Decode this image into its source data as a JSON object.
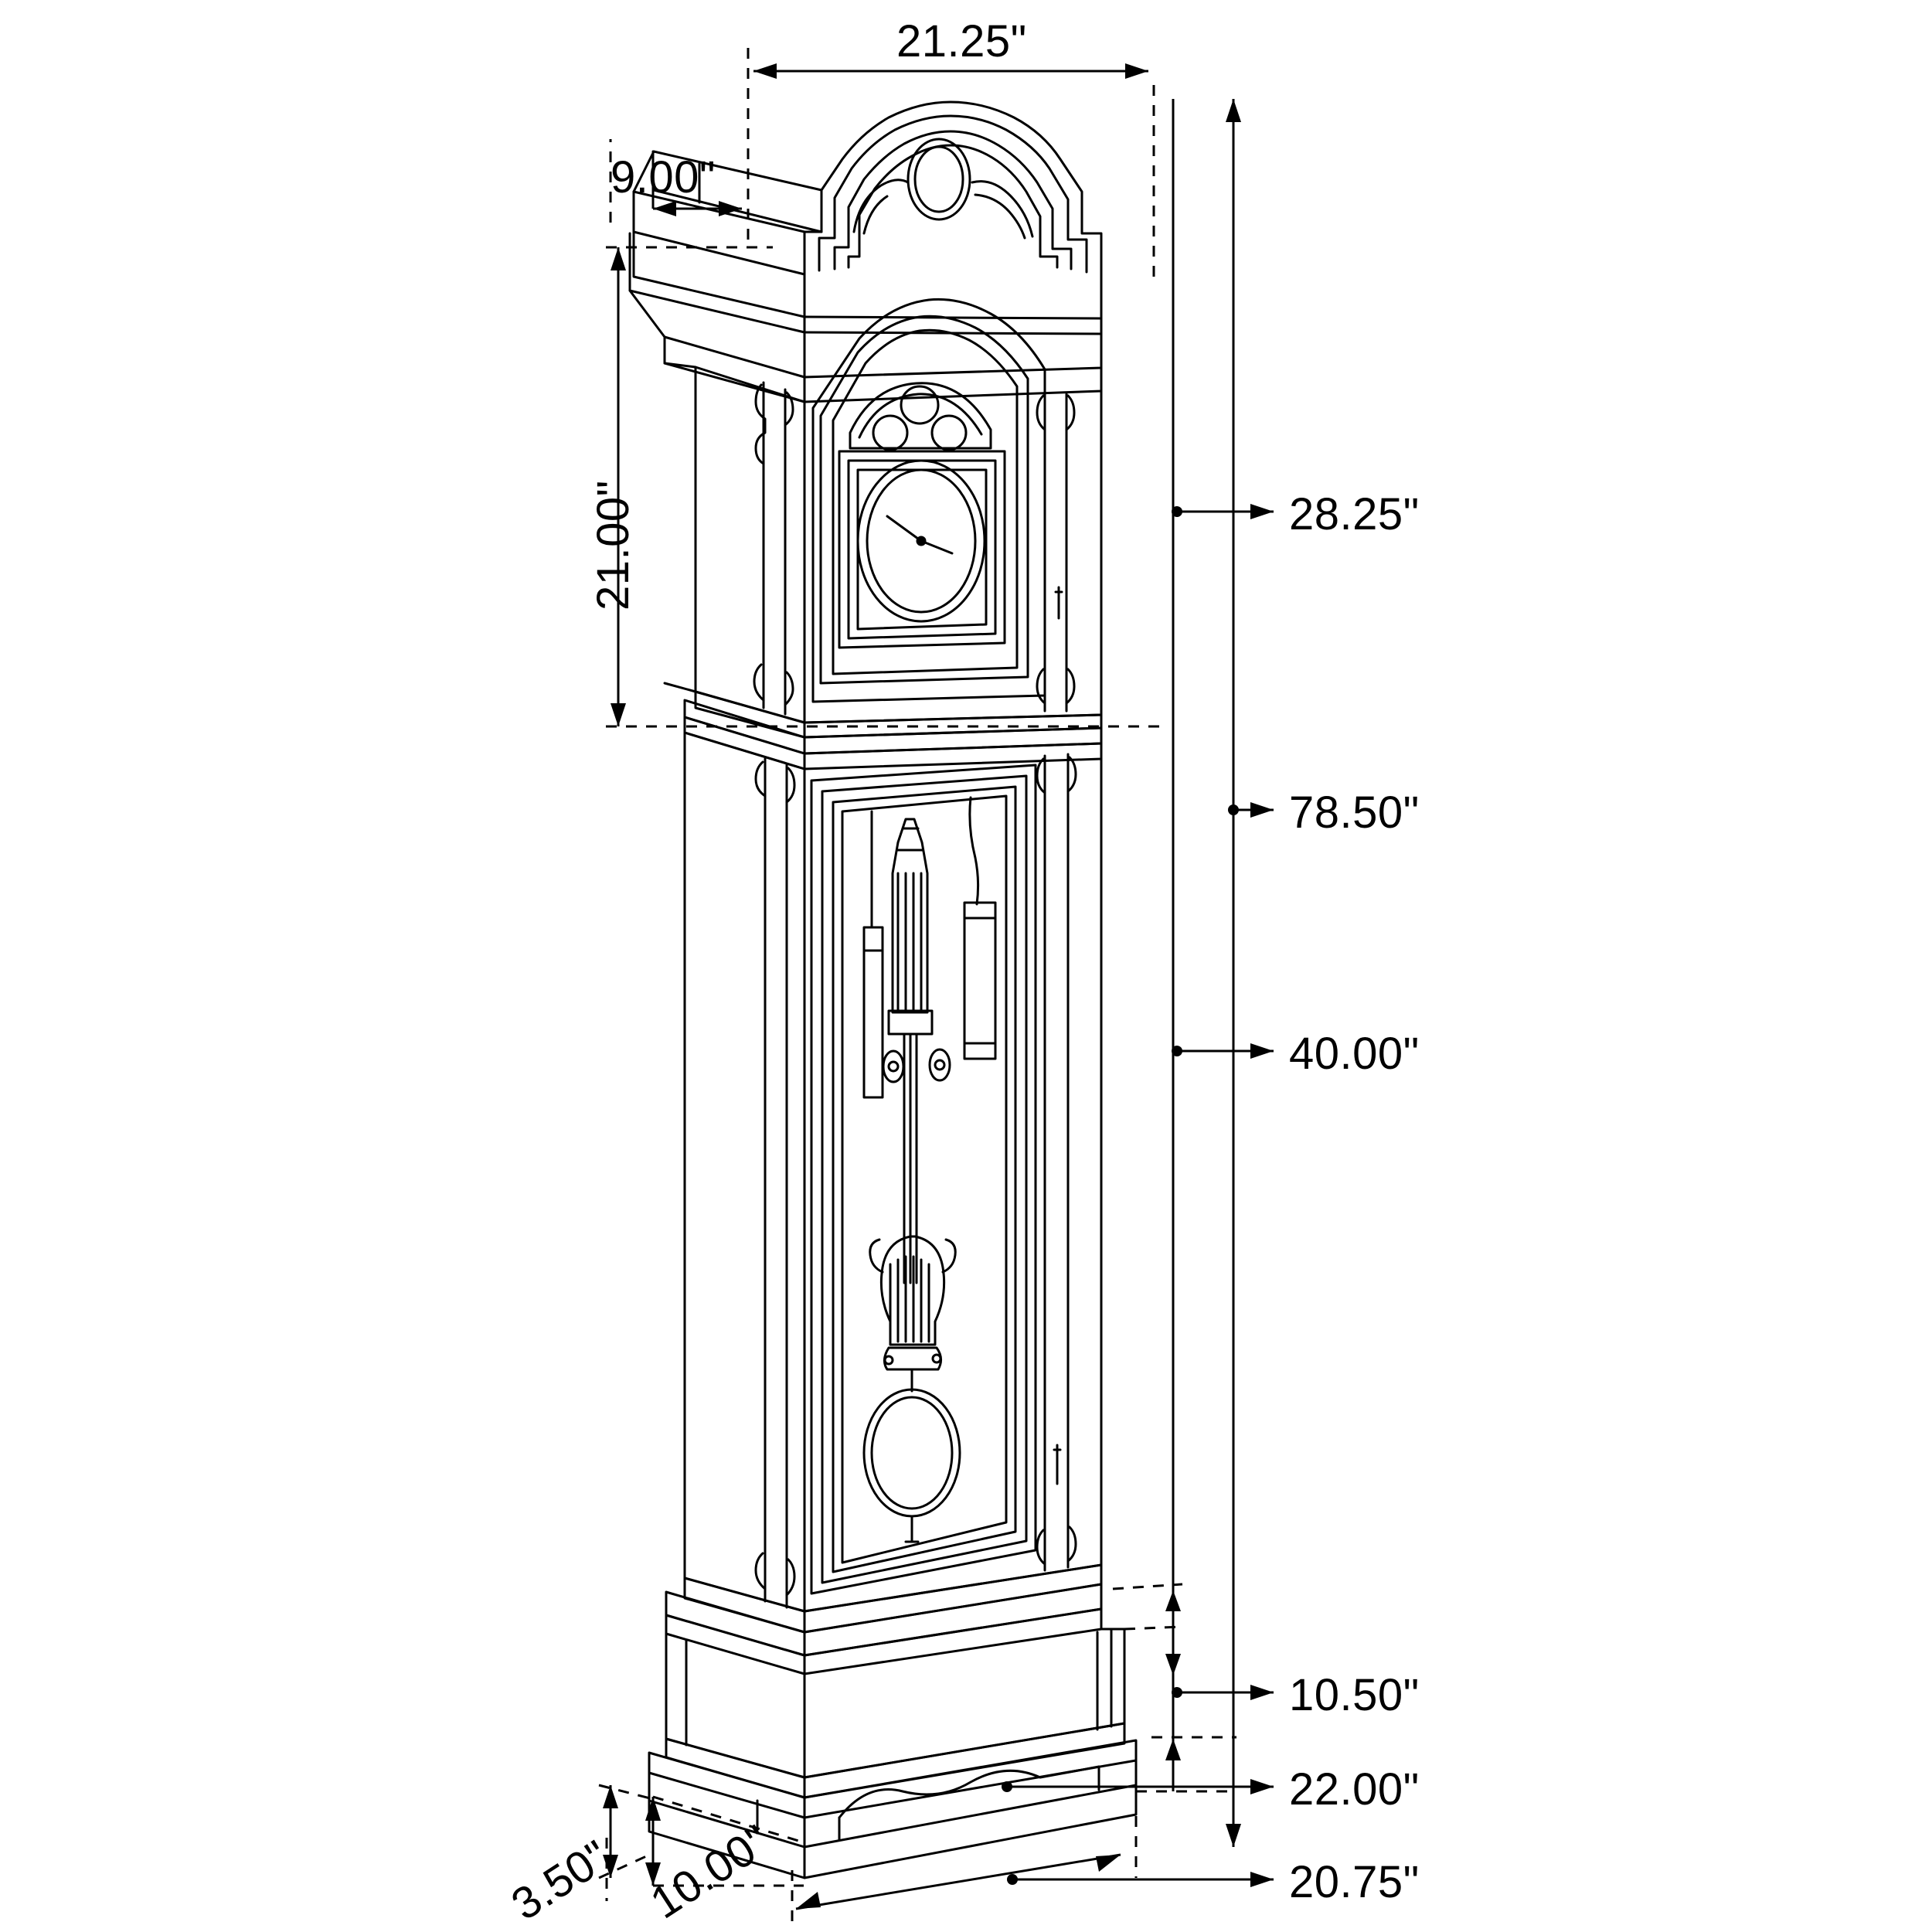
{
  "diagram": {
    "type": "technical-dimension-drawing",
    "subject": "grandfather-clock",
    "units": "inches",
    "line_color": "#000000",
    "background_color": "#ffffff"
  },
  "dimensions": {
    "top_width": "21.25\"",
    "bonnet_depth": "9.00\"",
    "bonnet_height": "21.00\"",
    "dial_center_height": "28.25\"",
    "upper_body_height": "78.50\"",
    "pendulum_height": "40.00\"",
    "base_upper_height": "10.50\"",
    "base_lower_height": "22.00\"",
    "base_width": "20.75\"",
    "foot_depth": "3.50\"",
    "base_depth": "10.00\""
  }
}
